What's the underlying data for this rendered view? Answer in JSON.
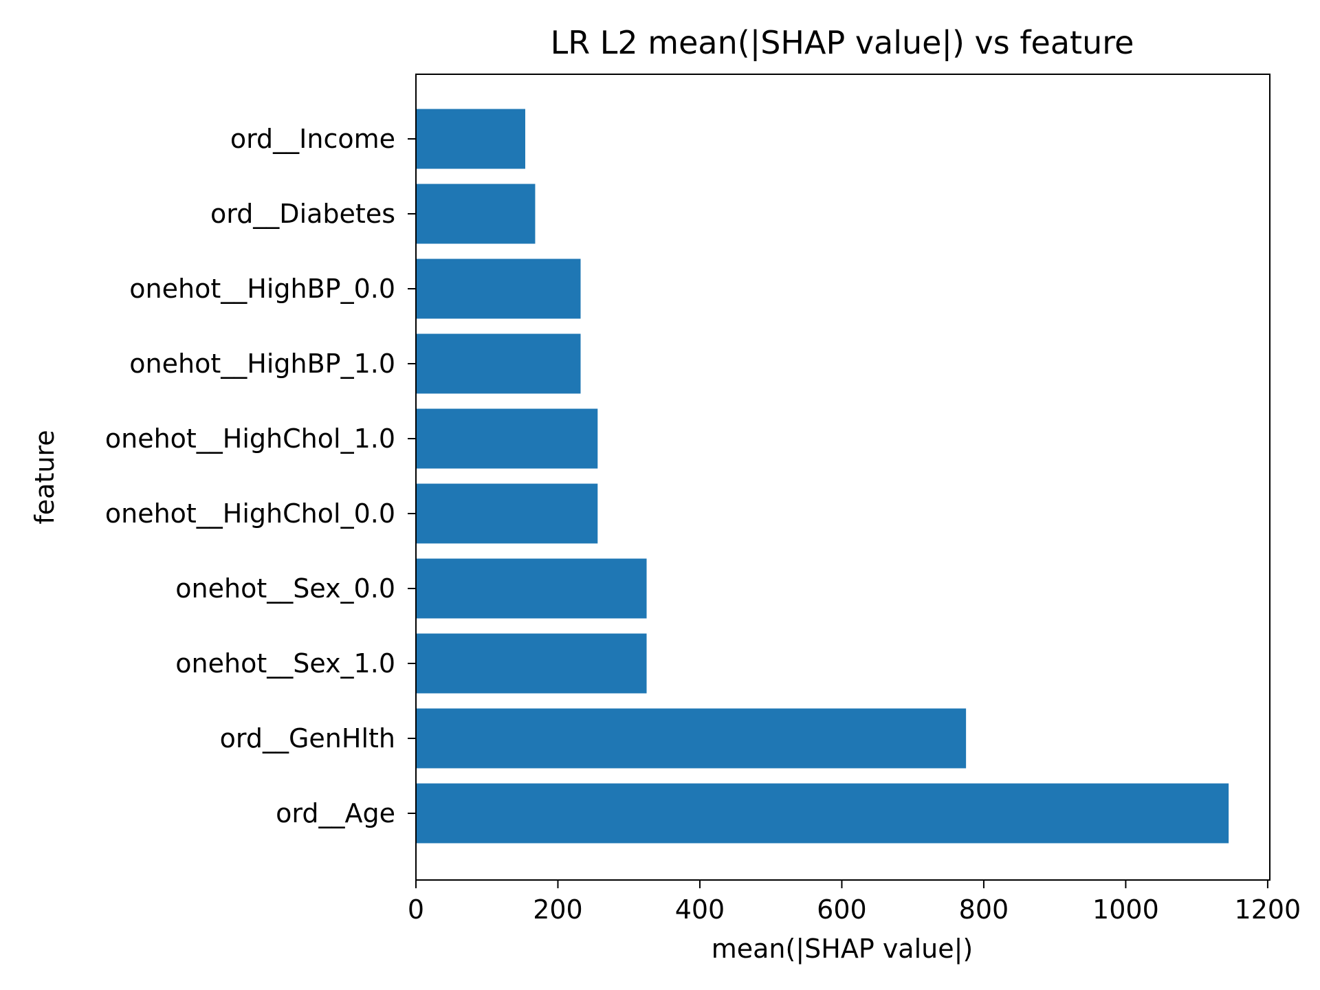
{
  "chart_data": {
    "type": "bar",
    "orientation": "horizontal",
    "title": "LR L2 mean(|SHAP value|) vs feature",
    "xlabel": "mean(|SHAP value|)",
    "ylabel": "feature",
    "categories": [
      "ord__Age",
      "ord__GenHlth",
      "onehot__Sex_1.0",
      "onehot__Sex_0.0",
      "onehot__HighChol_0.0",
      "onehot__HighChol_1.0",
      "onehot__HighBP_1.0",
      "onehot__HighBP_0.0",
      "ord__Diabetes",
      "ord__Income"
    ],
    "values": [
      1145,
      775,
      325,
      325,
      256,
      256,
      232,
      232,
      168,
      154
    ],
    "xlim": [
      0,
      1203
    ],
    "xticks": [
      0,
      200,
      400,
      600,
      800,
      1000,
      1200
    ],
    "xtick_labels": [
      "0",
      "200",
      "400",
      "600",
      "800",
      "1000",
      "1200"
    ],
    "bar_color": "#1f77b4",
    "grid": false,
    "legend": "none"
  }
}
